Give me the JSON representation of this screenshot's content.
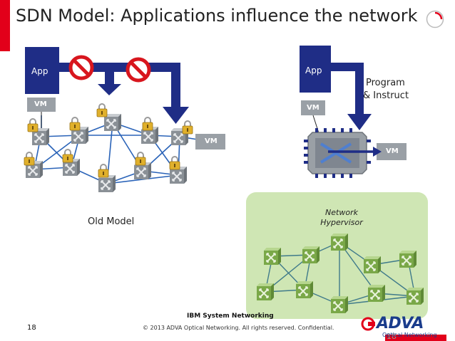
{
  "slide": {
    "title": "SDN Model: Applications influence the network",
    "page_number": "18",
    "page_number_ghost": "18",
    "footer_brand": "IBM System Networking",
    "copyright": "© 2013 ADVA Optical Networking. All rights reserved. Confidential.",
    "logo_text": "ADVA",
    "logo_subtext": "Optical Networking"
  },
  "old_model": {
    "label": "Old Model",
    "app_label": "App",
    "vm_left": "VM",
    "vm_right": "VM"
  },
  "new_model": {
    "app_label": "App",
    "vm_top": "VM",
    "vm_right": "VM",
    "program_line1": "Program",
    "program_line2": "& Instruct",
    "hypervisor_line1": "Network",
    "hypervisor_line2": "Hypervisor"
  },
  "colors": {
    "accent_red": "#e2001a",
    "app_blue": "#1f2d86",
    "arrow_blue": "#1f2d86",
    "link_blue": "#2a63b8",
    "vm_grey": "#9aa0a6",
    "switch_grey": "#8a9096",
    "switch_green": "#7aa848",
    "hypervisor_bg": "#cfe6b4",
    "prohibit_red": "#d8161e"
  },
  "icons": [
    "lock-icon",
    "switch-icon",
    "prohibited-icon",
    "circle-logo-icon",
    "sdn-switch-icon"
  ]
}
